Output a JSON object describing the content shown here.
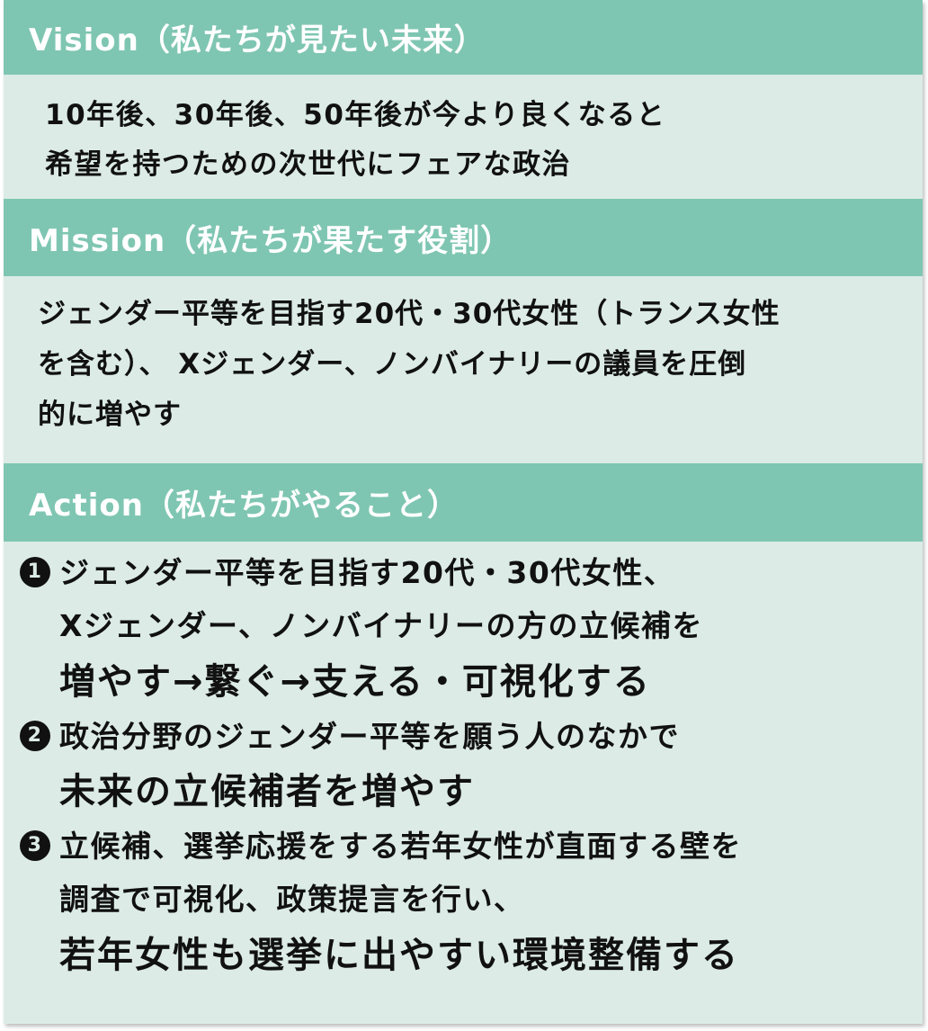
{
  "colors": {
    "header_bg": "#7fc6b2",
    "body_bg": "#dcebe6",
    "header_text": "#ffffff",
    "body_text": "#111111"
  },
  "vision": {
    "title": "Vision（私たちが見たい未来）",
    "lines": [
      "10年後、30年後、50年後が今より良くなると",
      "希望を持つための次世代にフェアな政治"
    ]
  },
  "mission": {
    "title": "Mission（私たちが果たす役割）",
    "lines": [
      "ジェンダー平等を目指す20代・30代女性（トランス女性",
      "を含む）、 Xジェンダー、ノンバイナリーの議員を圧倒",
      "的に増やす"
    ]
  },
  "action": {
    "title": "Action（私たちがやること）",
    "items": [
      {
        "number": "1",
        "number_icon": "circled-number-1-icon",
        "lines": [
          "ジェンダー平等を目指す20代・30代女性、",
          "Xジェンダー、ノンバイナリーの方の立候補を",
          "増やす→繋ぐ→支える・可視化する"
        ]
      },
      {
        "number": "2",
        "number_icon": "circled-number-2-icon",
        "lines": [
          "政治分野のジェンダー平等を願う人のなかで",
          "未来の立候補者を増やす"
        ]
      },
      {
        "number": "3",
        "number_icon": "circled-number-3-icon",
        "lines": [
          "立候補、選挙応援をする若年女性が直面する壁を",
          "調査で可視化、政策提言を行い、",
          "若年女性も選挙に出やすい環境整備する"
        ]
      }
    ]
  }
}
